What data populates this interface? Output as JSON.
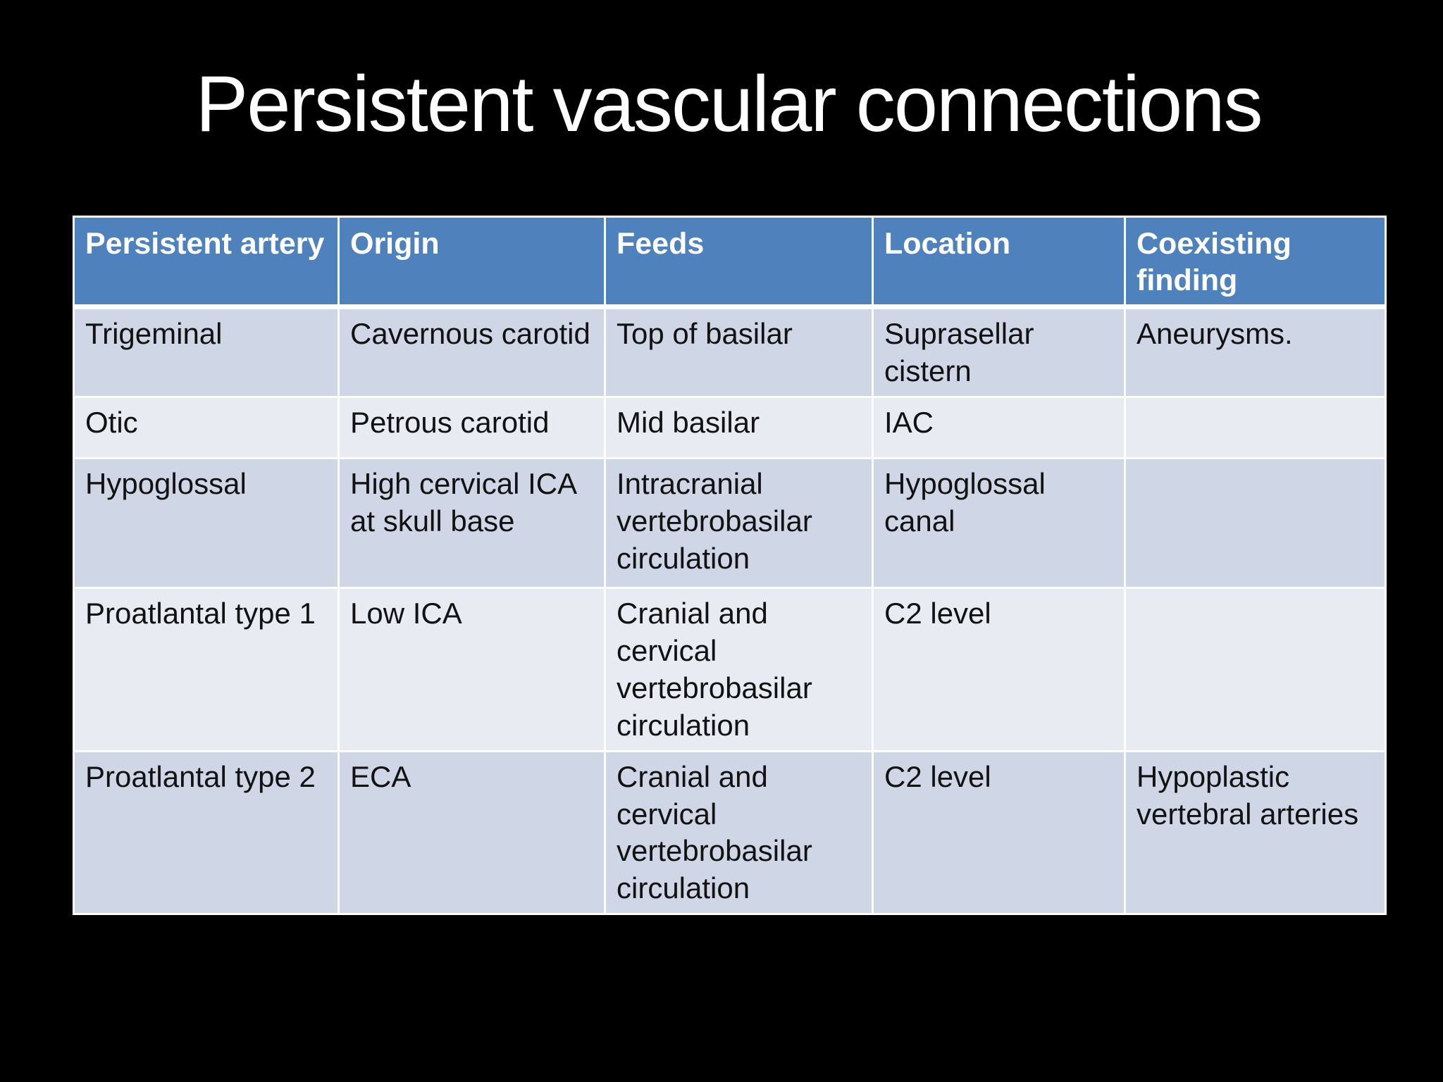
{
  "slide": {
    "title": "Persistent vascular connections"
  },
  "colors": {
    "background": "#000000",
    "title_color": "#FFFFFF",
    "header_bg": "#4F81BD",
    "header_text": "#FFFFFF",
    "band_dark": "#CFD6E5",
    "band_light": "#E9EBF2",
    "body_text": "#121212",
    "grid_border": "#FFFFFF"
  },
  "table": {
    "columns": [
      {
        "label": "Persistent artery"
      },
      {
        "label": "Origin"
      },
      {
        "label": "Feeds"
      },
      {
        "label": "Location"
      },
      {
        "label": "Coexisting finding"
      }
    ],
    "rows": [
      {
        "cells": [
          "Trigeminal",
          "Cavernous carotid",
          "Top of basilar",
          "Suprasellar cistern",
          "Aneurysms."
        ]
      },
      {
        "cells": [
          "Otic",
          "Petrous carotid",
          "Mid basilar",
          "IAC",
          ""
        ]
      },
      {
        "cells": [
          "Hypoglossal",
          "High cervical ICA at skull base",
          "Intracranial vertebrobasilar circulation",
          "Hypoglossal canal",
          ""
        ]
      },
      {
        "cells": [
          "Proatlantal type 1",
          "Low ICA",
          "Cranial and cervical vertebrobasilar circulation",
          "C2 level",
          ""
        ]
      },
      {
        "cells": [
          "Proatlantal type 2",
          "ECA",
          "Cranial and cervical vertebrobasilar circulation",
          "C2 level",
          "Hypoplastic vertebral arteries"
        ]
      }
    ]
  }
}
